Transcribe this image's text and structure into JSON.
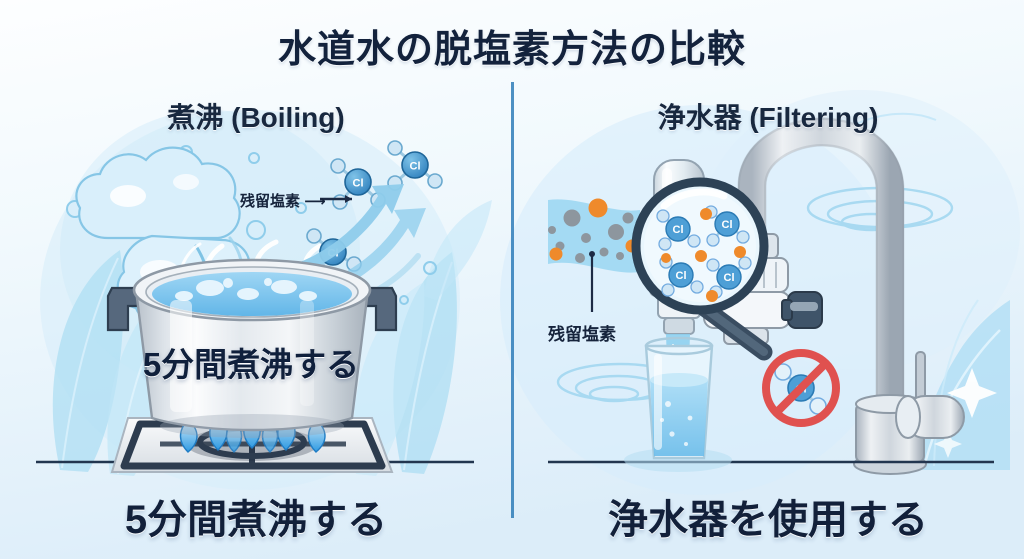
{
  "title": "水道水の脱塩素方法の比較",
  "divider": {
    "name": "vertical-divider",
    "color": "#2f7cb8"
  },
  "panels": {
    "left": {
      "subtitle": "煮沸 (Boiling)",
      "caption": "5分間煮沸する",
      "overlay_text": "5分間煮沸する",
      "annotation": "残留塩素 ⟶",
      "annotation_text": "残留塩素",
      "molecule_label": "Cl",
      "molecule_count": 3,
      "scene": "boiling-pot-on-gas-stove"
    },
    "right": {
      "subtitle": "浄水器 (Filtering)",
      "caption": "浄水器を使用する",
      "annotation": "残留塩素",
      "molecule_label": "Cl",
      "magnifier_molecule_count": 4,
      "prohibition_sign": "no-chlorine",
      "scene": "faucet-water-filter-with-glass"
    }
  },
  "colors": {
    "background_top": "#fdfeff",
    "background_bottom": "#ddeffa",
    "accent_blue": "#5fb2e2",
    "deep_blue": "#2f7cb8",
    "molecule_blue": "#3f96cf",
    "particle_orange": "#ef8a2b",
    "particle_gray": "#8d969e",
    "metal_gray": "#c7ced6",
    "flame_blue": "#4aa8e8",
    "prohibition_red": "#e0514f",
    "text_dark": "#13223c"
  }
}
